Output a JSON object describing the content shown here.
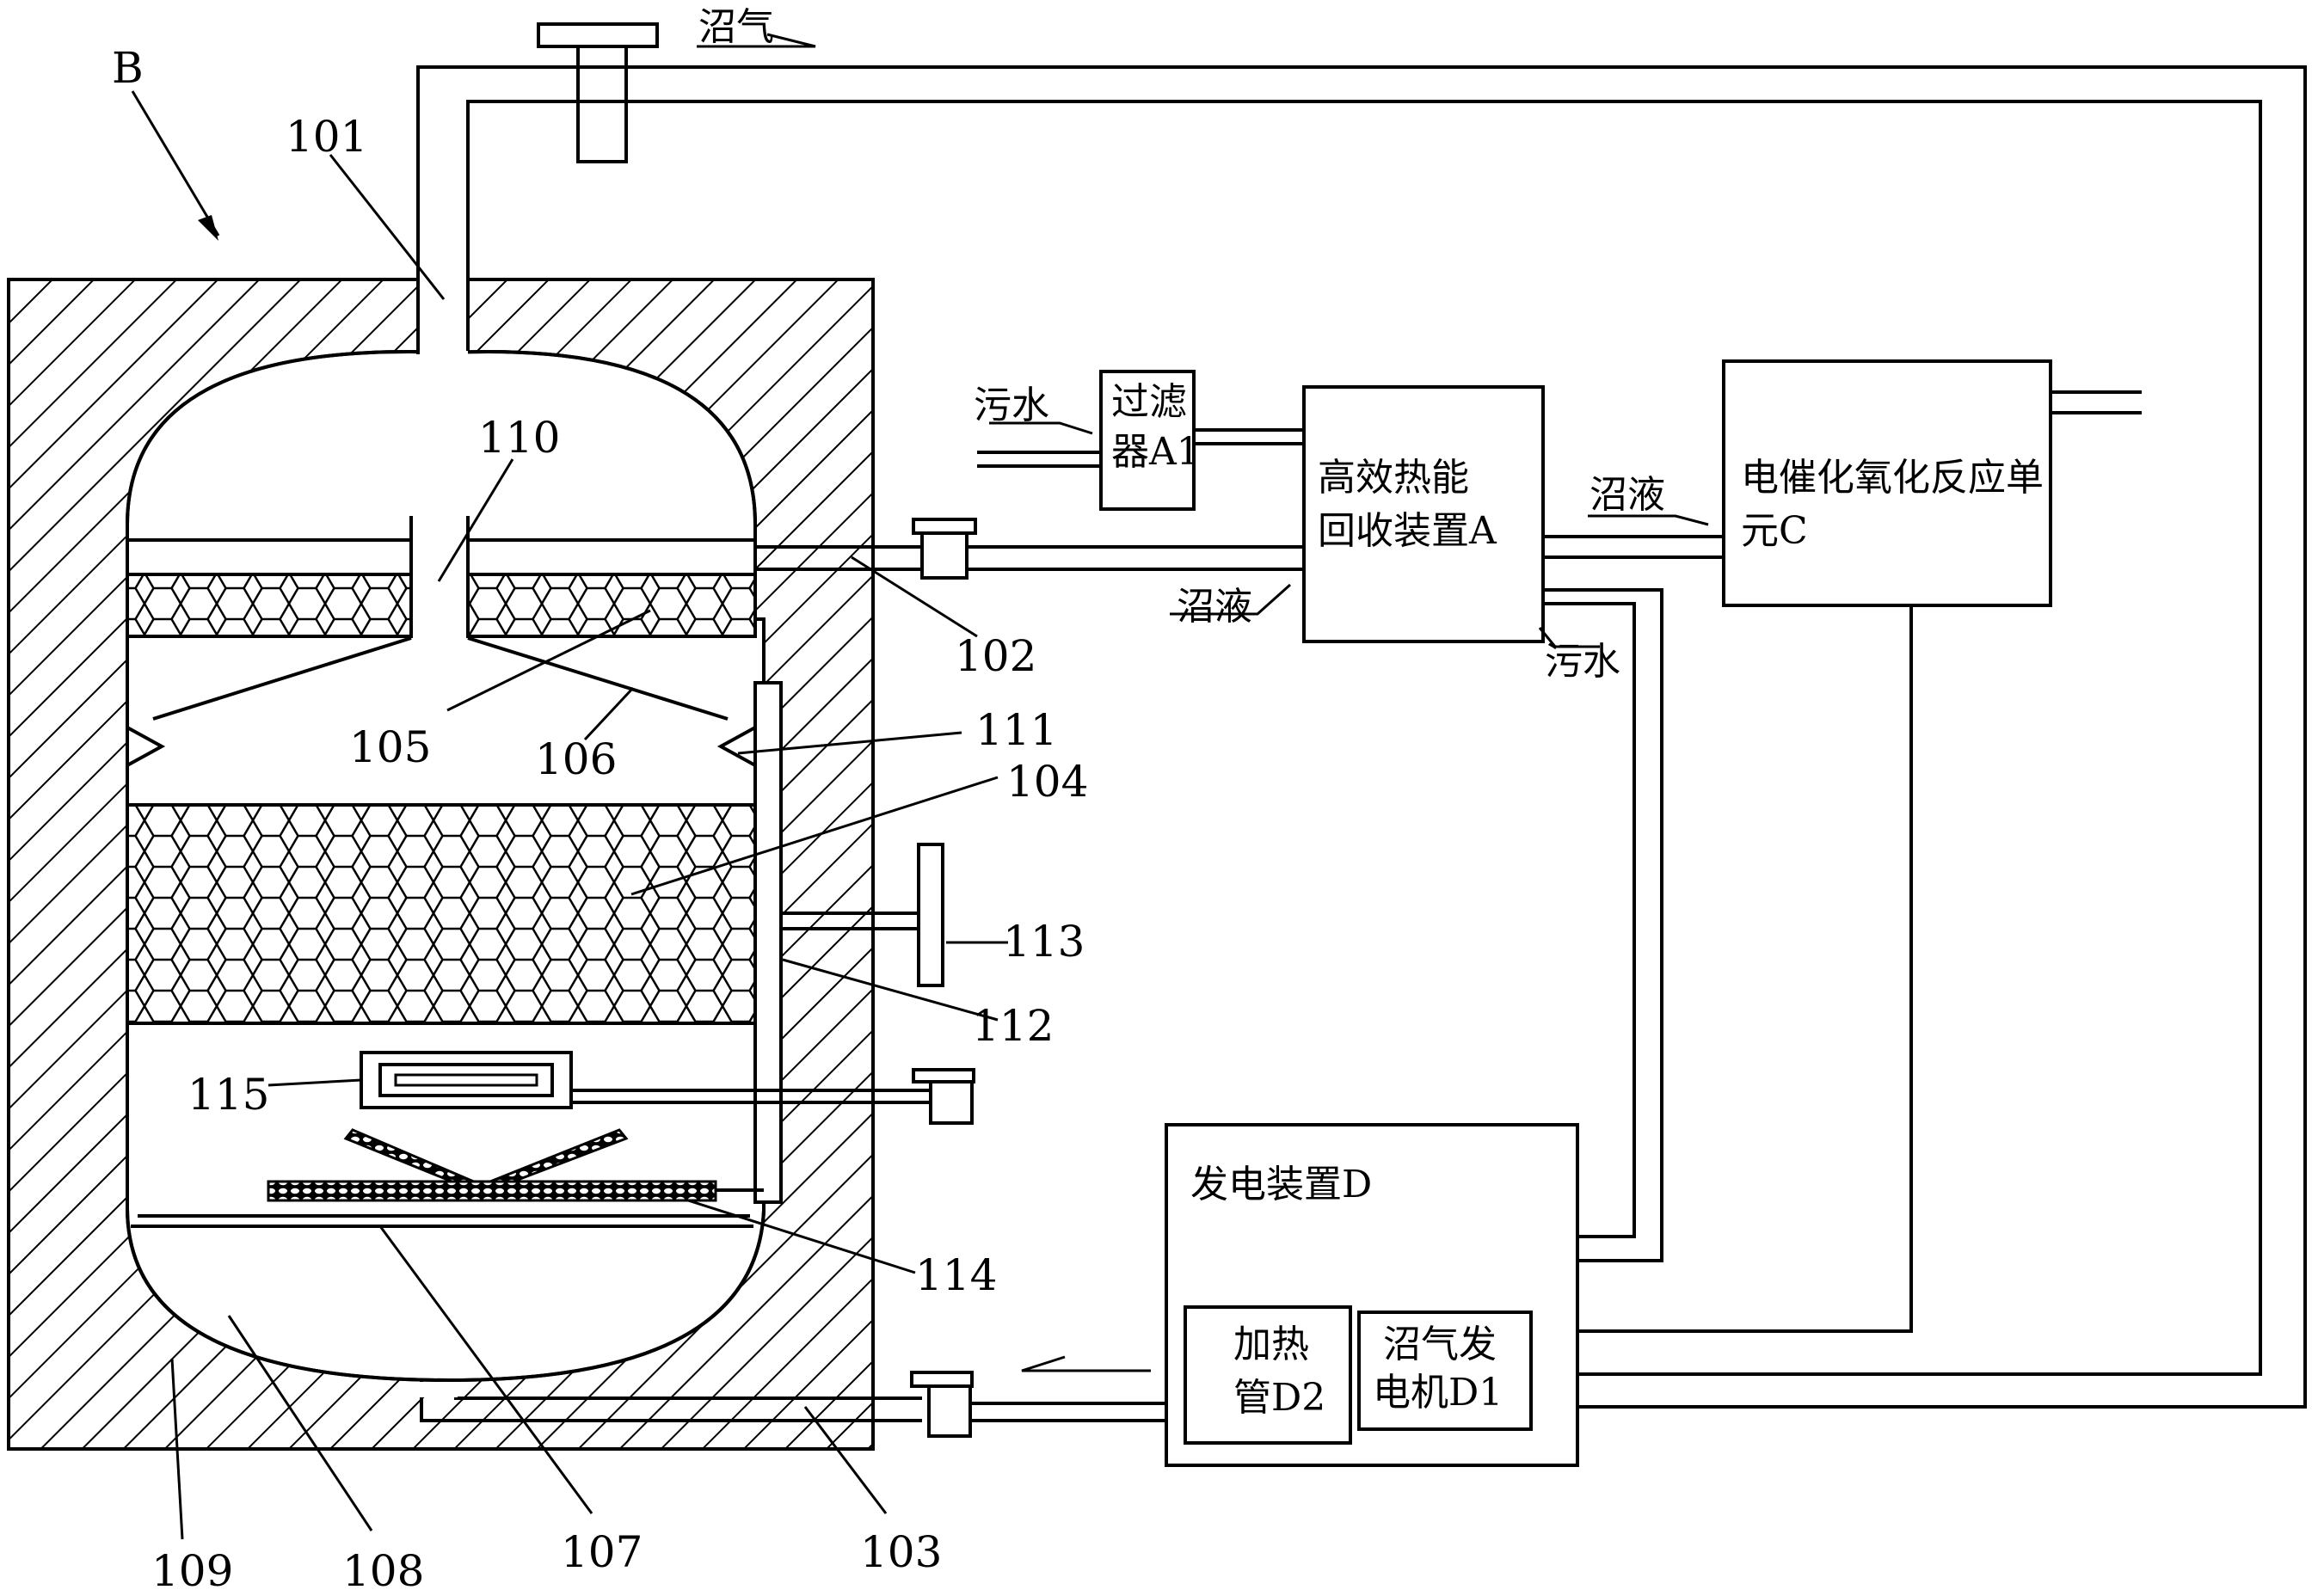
{
  "labels": {
    "B": "B",
    "n101": "101",
    "n102": "102",
    "n103": "103",
    "n104": "104",
    "n105": "105",
    "n106": "106",
    "n107": "107",
    "n108": "108",
    "n109": "109",
    "n110": "110",
    "n111": "111",
    "n112": "112",
    "n113": "113",
    "n114": "114",
    "n115": "115"
  },
  "flows": {
    "biogas_top": "沼气",
    "sewage_in": "污水",
    "slurry_out": "沼液",
    "slurry_in": "沼液",
    "sewage_out": "污水"
  },
  "boxes": {
    "filter_line1": "过滤",
    "filter_line2": "器A1",
    "heat_recovery_line1": "高效热能",
    "heat_recovery_line2": "回收装置A",
    "electro_line1": "电催化氧化反应单",
    "electro_line2": "元C",
    "power_device": "发电装置D",
    "heater_line1": "加热",
    "heater_line2": "管D2",
    "generator_line1": "沼气发",
    "generator_line2": "电机D1"
  },
  "colors": {
    "ink": "#000000",
    "paper": "#ffffff"
  }
}
